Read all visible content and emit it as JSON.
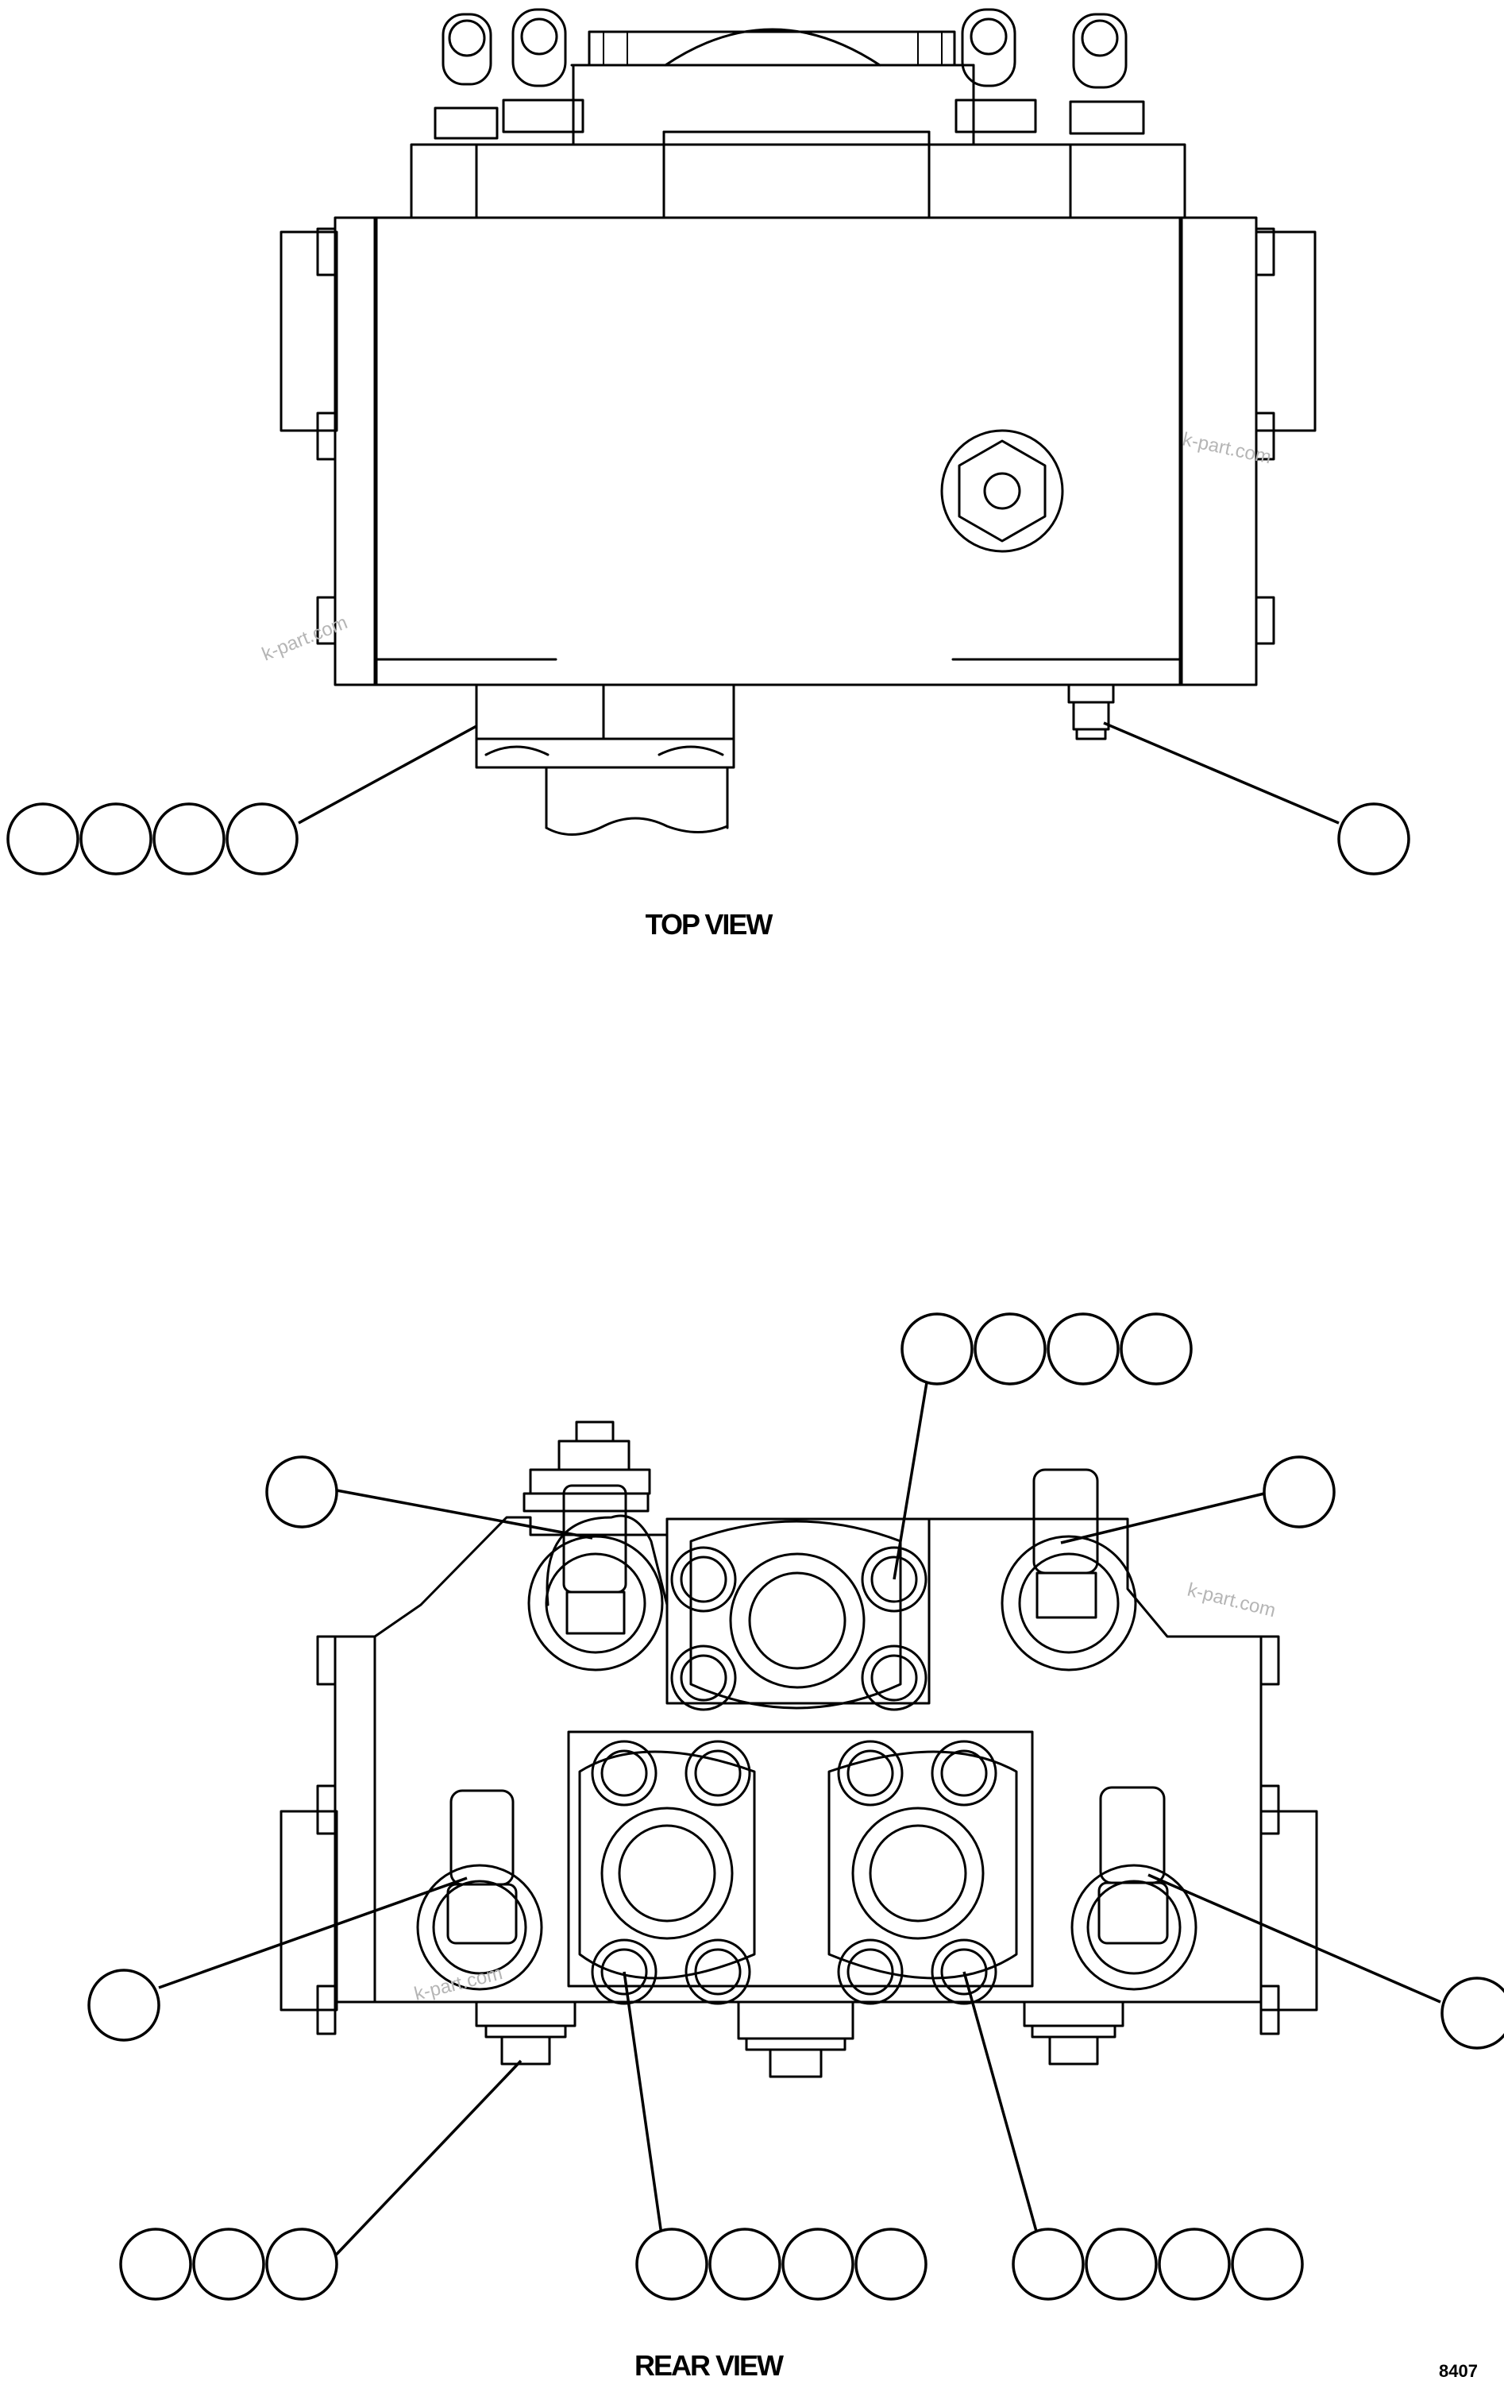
{
  "views": {
    "top": {
      "caption": "TOP VIEW"
    },
    "rear": {
      "caption": "REAR VIEW"
    }
  },
  "drawing_code": "8407",
  "watermark": "k-part.com"
}
